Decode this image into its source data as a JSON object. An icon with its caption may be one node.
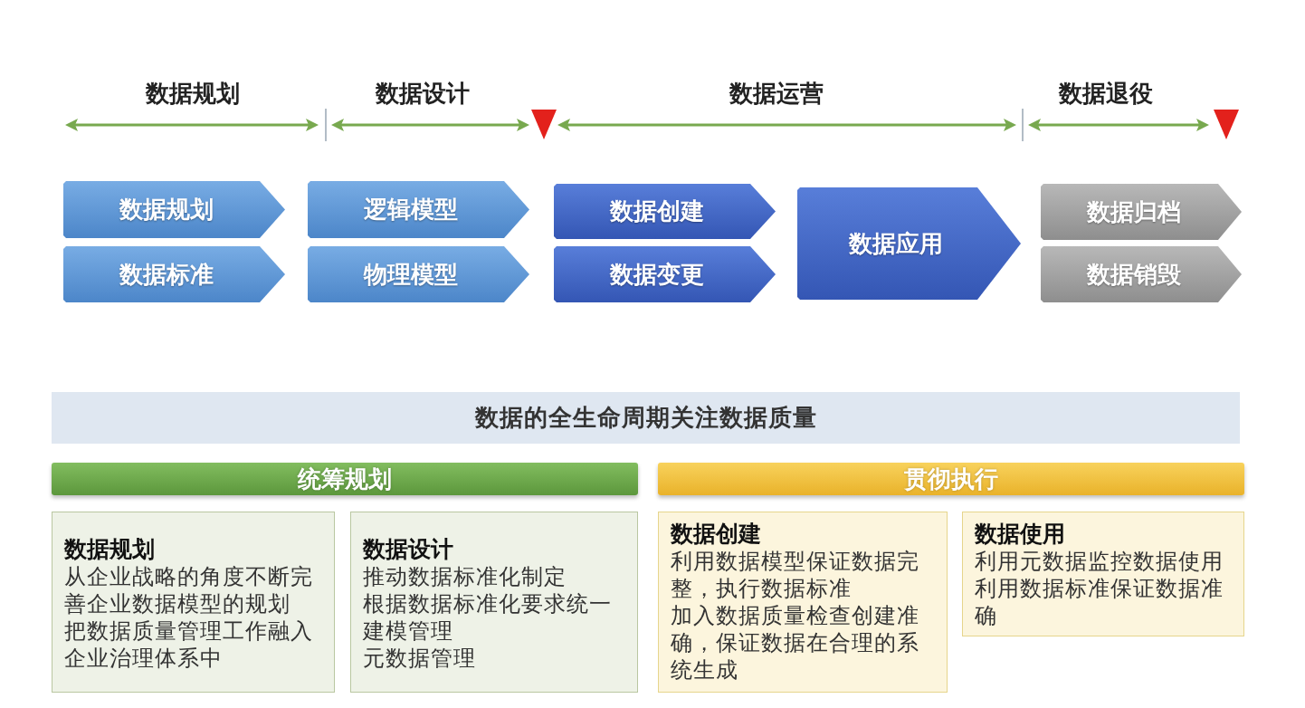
{
  "diagram": {
    "nodes": [
      {
        "text": [
          "数据规划"
        ]
      },
      {
        "text": [
          "数据标准"
        ]
      },
      {
        "text": [
          "逻辑模型"
        ]
      },
      {
        "text": [
          "物理模型"
        ]
      },
      {
        "text": [
          "数据创建"
        ]
      },
      {
        "text": [
          "数据变更"
        ]
      },
      {
        "text": [
          "数据应用"
        ]
      },
      {
        "text": [
          "数据归档"
        ]
      },
      {
        "text": [
          "数据销毁"
        ]
      },
      {
        "text": [
          "数据的全生命周期关注数据质量"
        ]
      },
      {
        "text": [
          "统筹规划"
        ]
      },
      {
        "text": [
          "贯彻执行"
        ]
      },
      {
        "text": [
          "数据规划",
          "从企业战略的角度不断完善企业数据模型的规划",
          "把数据质量管理工作融入企业治理体系中"
        ]
      },
      {
        "text": [
          "数据设计",
          "推动数据标准化制定",
          "根据数据标准化要求统一建模管理",
          "元数据管理"
        ]
      },
      {
        "text": [
          "数据创建",
          "利用数据模型保证数据完整，执行数据标准",
          "加入数据质量检查创建准确，保证数据在合理的系统生成"
        ]
      },
      {
        "text": [
          "数据使用",
          "利用元数据监控数据使用",
          "利用数据标准保证数据准确"
        ]
      }
    ],
    "labels": [
      "数据规划",
      "数据设计",
      "数据运营",
      "数据退役"
    ]
  }
}
